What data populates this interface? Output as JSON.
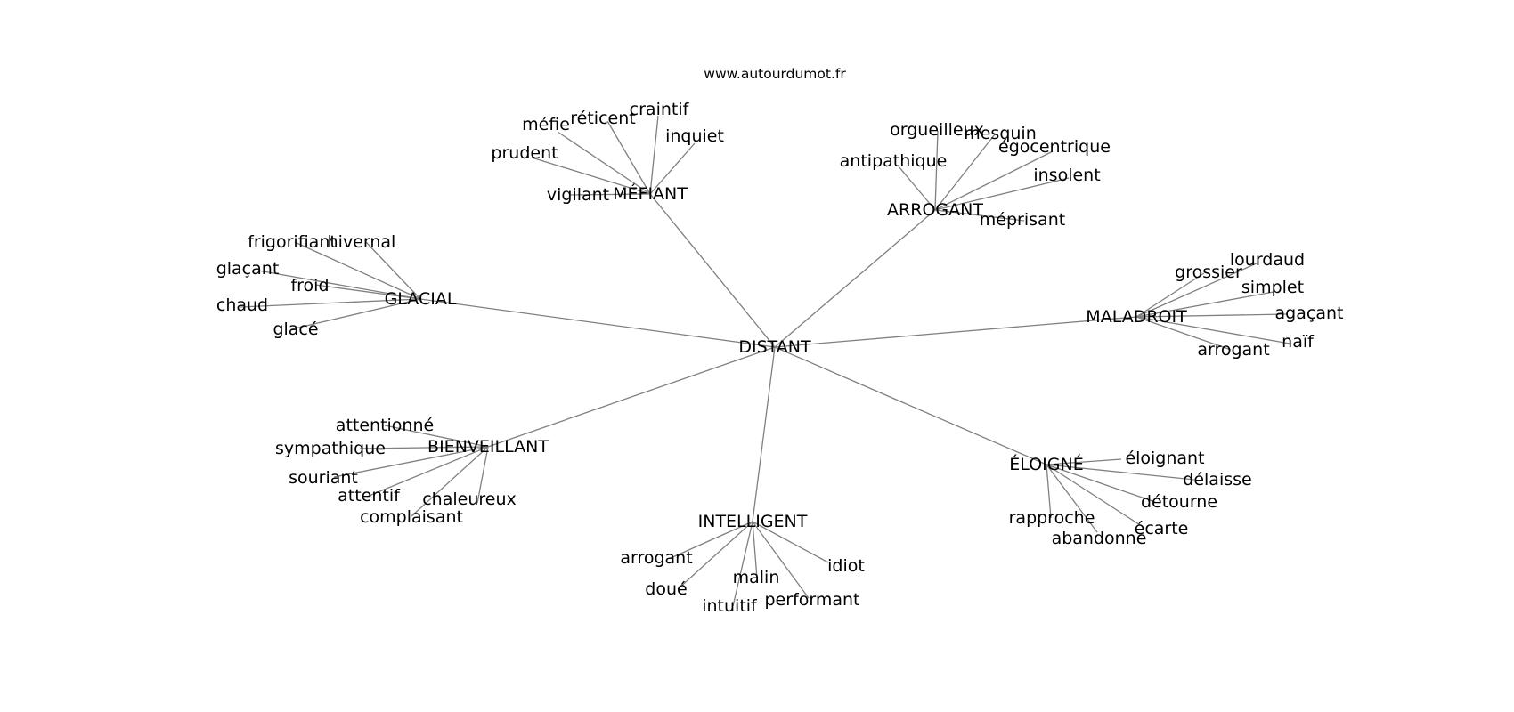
{
  "watermark": "www.autourdumot.fr",
  "colors": {
    "edge": "#808080",
    "text": "#000000",
    "background": "#ffffff"
  },
  "graph": {
    "center": {
      "label": "DISTANT"
    },
    "clusters": [
      {
        "label": "MÉFIANT",
        "words": [
          "vigilant",
          "prudent",
          "méfie",
          "réticent",
          "craintif",
          "inquiet"
        ]
      },
      {
        "label": "ARROGANT",
        "words": [
          "antipathique",
          "orgueilleux",
          "mesquin",
          "égocentrique",
          "insolent",
          "méprisant"
        ]
      },
      {
        "label": "GLACIAL",
        "words": [
          "frigorifiant",
          "hivernal",
          "glaçant",
          "froid",
          "chaud",
          "glacé"
        ]
      },
      {
        "label": "MALADROIT",
        "words": [
          "grossier",
          "lourdaud",
          "simplet",
          "agaçant",
          "naïf",
          "arrogant"
        ]
      },
      {
        "label": "BIENVEILLANT",
        "words": [
          "attentionné",
          "sympathique",
          "souriant",
          "attentif",
          "chaleureux",
          "complaisant"
        ]
      },
      {
        "label": "ÉLOIGNÉ",
        "words": [
          "éloignant",
          "délaisse",
          "détourne",
          "écarte",
          "abandonne",
          "rapproche"
        ]
      },
      {
        "label": "INTELLIGENT",
        "words": [
          "arrogant",
          "doué",
          "intuitif",
          "malin",
          "performant",
          "idiot"
        ]
      }
    ]
  }
}
